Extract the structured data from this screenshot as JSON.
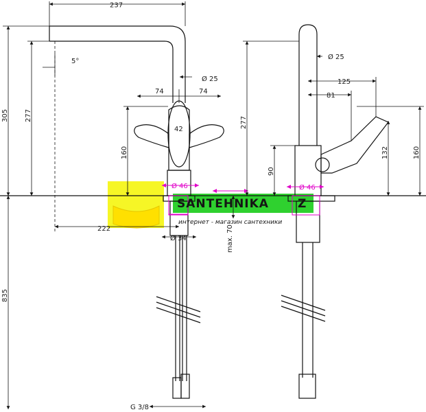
{
  "drawing": {
    "front_view": {
      "spout_reach": "237",
      "spout_angle": "5°",
      "pipe_diameter": "Ø 25",
      "total_height": "305",
      "spout_height": "277",
      "handle_width_left": "74",
      "handle_width_right": "74",
      "handle_width_center": "42",
      "handle_height": "160",
      "base_diameter": "Ø 46",
      "reach_to_center": "222",
      "shank_diameter": "Ø 34",
      "max_thickness": "max. 70",
      "hose_length": "835",
      "connection_thread": "G 3/8"
    },
    "side_view": {
      "pipe_diameter": "Ø 25",
      "lever_reach": "125",
      "lever_offset": "81",
      "spout_height": "277",
      "base_height": "90",
      "lever_height": "132",
      "total_lever_height": "160",
      "base_diameter": "Ø 46"
    }
  },
  "watermark": {
    "brand": "SANTEHNIKA",
    "brand_suffix": "Z",
    "tagline": "интернет - магазин сантехники",
    "accent_green": "#2fd12f",
    "accent_yellow": "#f2f200",
    "accent_magenta": "#e000c8"
  }
}
